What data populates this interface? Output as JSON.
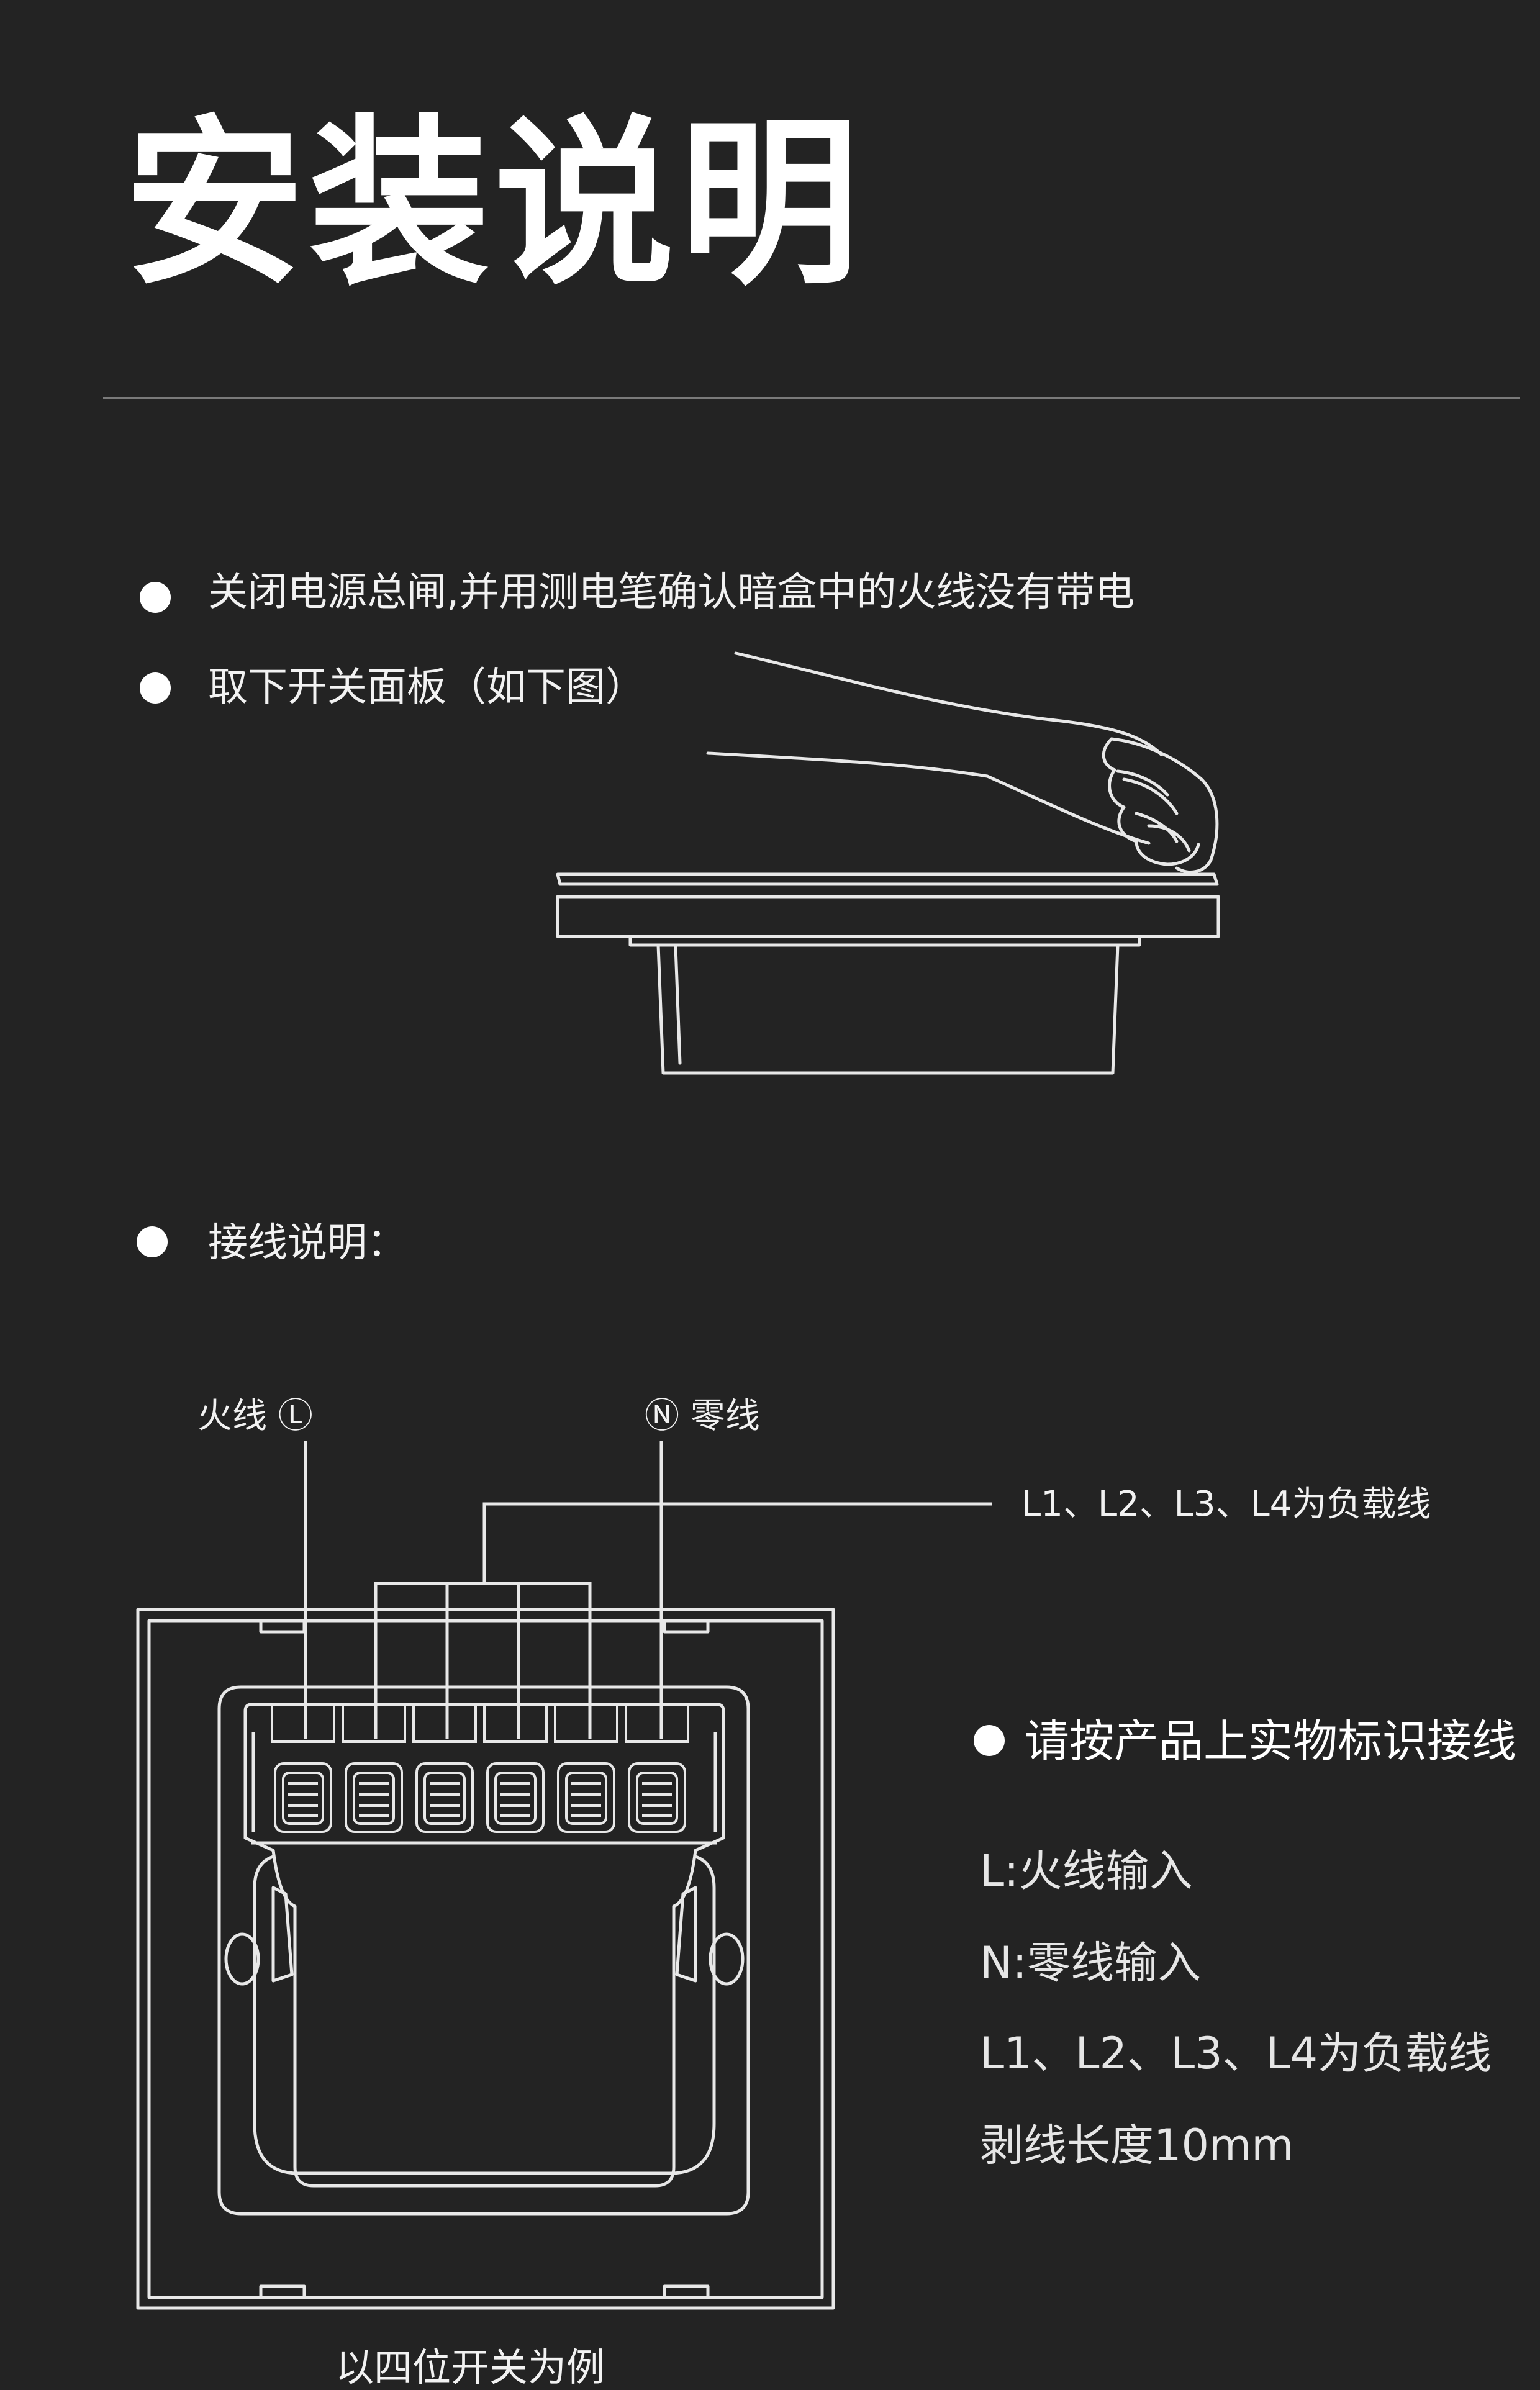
{
  "title": "安装说明",
  "steps": [
    "关闭电源总闸,并用测电笔确认暗盒中的火线没有带电",
    "取下开关面板（如下图）",
    "接线说明："
  ],
  "diagram": {
    "live_label": "火线 Ⓛ",
    "neutral_label": "Ⓝ 零线",
    "load_label": "L1、L2、L3、L4为负载线",
    "caption": "以四位开关为例"
  },
  "notes": {
    "heading": "请按产品上实物标识接线",
    "items": [
      "L:火线输入",
      "N:零线输入",
      "L1、L2、L3、L4为负载线",
      "剥线长度10mm"
    ]
  },
  "colors": {
    "background": "#232323",
    "text": "#ffffff",
    "line": "#e8e8e8"
  }
}
